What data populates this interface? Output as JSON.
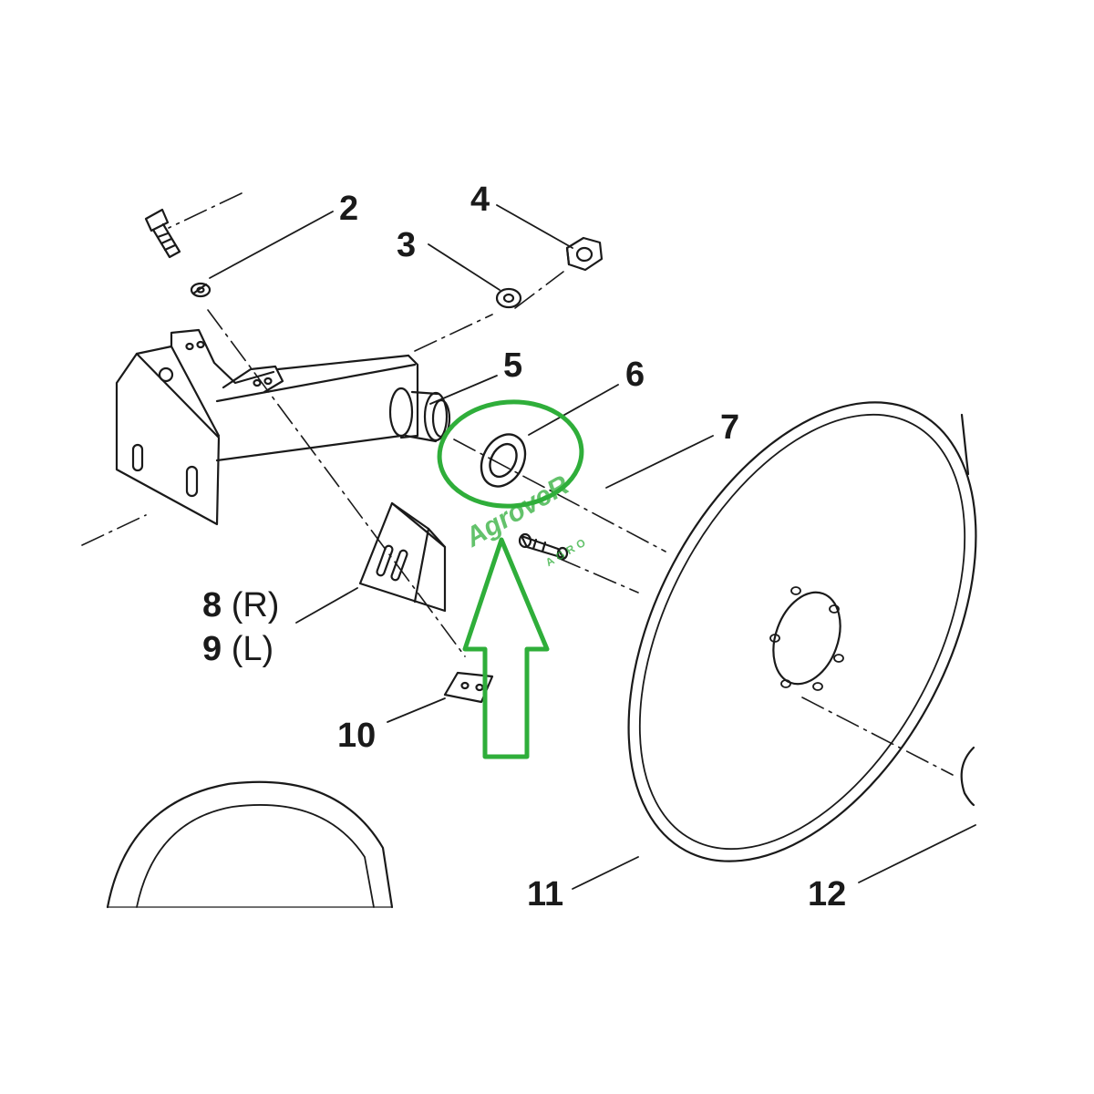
{
  "callouts": {
    "c2": "2",
    "c3": "3",
    "c4": "4",
    "c5": "5",
    "c6": "6",
    "c7": "7",
    "c8": "8",
    "c8_side": "(R)",
    "c9": "9",
    "c9_side": "(L)",
    "c10": "10",
    "c11": "11",
    "c12": "12"
  },
  "watermark": {
    "brand": "AgroveR",
    "sub": "AGRO"
  },
  "colors": {
    "line": "#1a1a1a",
    "highlight": "#2fae3a"
  }
}
